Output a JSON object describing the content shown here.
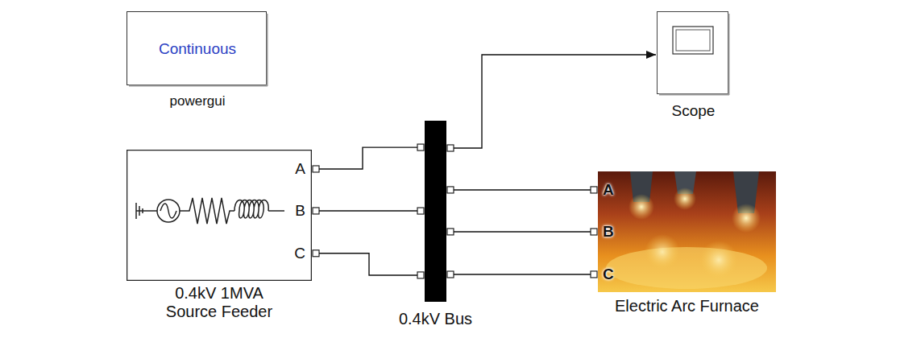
{
  "diagram": {
    "nodes": [
      {
        "text": [
          "Continuous",
          "powergui"
        ]
      },
      {
        "text": [
          "Scope"
        ]
      },
      {
        "text": [
          "A",
          "B",
          "C",
          "0.4kV 1MVA Source Feeder"
        ]
      },
      {
        "text": [
          "0.4kV Bus"
        ]
      },
      {
        "text": [
          "A",
          "B",
          "C",
          "Electric Arc Furnace"
        ]
      }
    ],
    "edges": [
      {
        "from": 2,
        "to": 3,
        "arrow": "none"
      },
      {
        "from": 2,
        "to": 3,
        "arrow": "none"
      },
      {
        "from": 2,
        "to": 3,
        "arrow": "none"
      },
      {
        "from": 3,
        "to": 1,
        "arrow": "to"
      },
      {
        "from": 3,
        "to": 4,
        "arrow": "none"
      },
      {
        "from": 3,
        "to": 4,
        "arrow": "none"
      },
      {
        "from": 3,
        "to": 4,
        "arrow": "none"
      }
    ]
  }
}
